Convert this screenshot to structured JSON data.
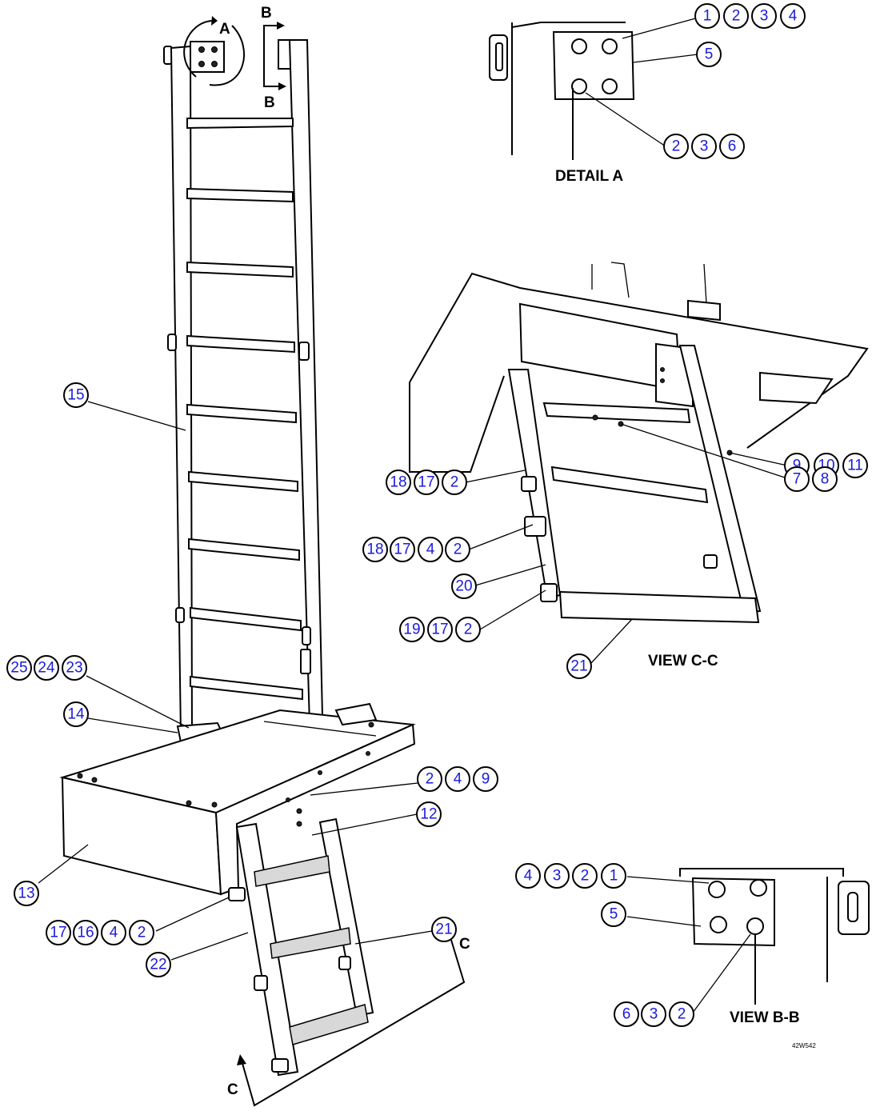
{
  "labels": {
    "detail_a": "DETAIL A",
    "view_cc": "VIEW C-C",
    "view_bb": "VIEW B-B",
    "arrow_a": "A",
    "arrow_b_top": "B",
    "arrow_b_bottom": "B",
    "arrow_c_right": "C",
    "arrow_c_left": "C",
    "drawing_number": "42W542"
  },
  "callouts": [
    "1",
    "2",
    "3",
    "4",
    "5",
    "2",
    "3",
    "6",
    "9",
    "10",
    "11",
    "7",
    "8",
    "18",
    "17",
    "2",
    "18",
    "17",
    "4",
    "2",
    "20",
    "19",
    "17",
    "2",
    "21",
    "15",
    "25",
    "24",
    "23",
    "14",
    "2",
    "4",
    "9",
    "12",
    "13",
    "17",
    "16",
    "4",
    "2",
    "21",
    "22",
    "4",
    "3",
    "2",
    "1",
    "5",
    "6",
    "3",
    "2"
  ]
}
